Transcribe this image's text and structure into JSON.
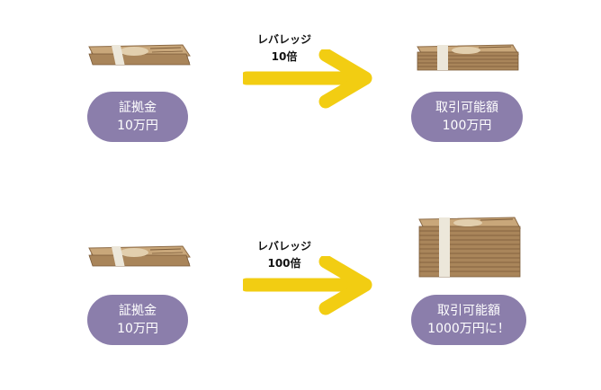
{
  "rows": [
    {
      "margin": {
        "line1": "証拠金",
        "line2": "10万円"
      },
      "leverage": {
        "line1": "レバレッジ",
        "line2": "10倍"
      },
      "result": {
        "line1": "取引可能額",
        "line2": "100万円"
      },
      "stack_size": "small"
    },
    {
      "margin": {
        "line1": "証拠金",
        "line2": "10万円"
      },
      "leverage": {
        "line1": "レバレッジ",
        "line2": "100倍"
      },
      "result": {
        "line1": "取引可能額",
        "line2": "1000万円に！"
      },
      "stack_size": "large"
    }
  ],
  "colors": {
    "pill": "#8b7eab",
    "arrow": "#f2cd12",
    "bill": "#c9a77a",
    "bill_dark": "#8c6a45",
    "band": "#e9e4d8"
  },
  "icons": {
    "money": "banknote-bundle-icon",
    "arrow": "right-arrow-icon"
  }
}
